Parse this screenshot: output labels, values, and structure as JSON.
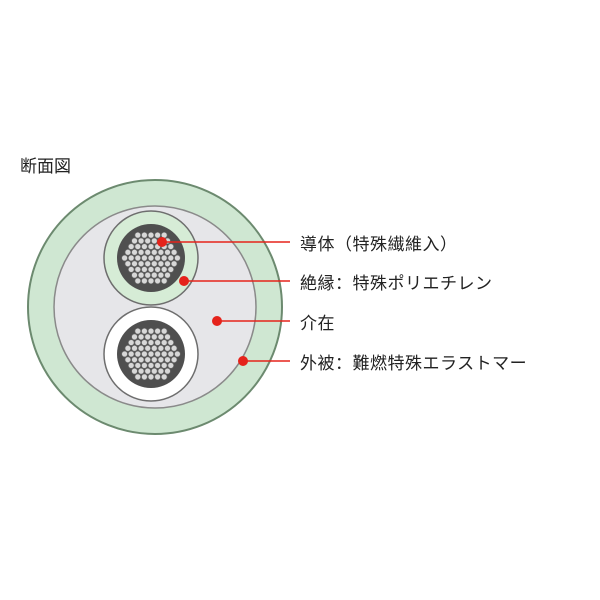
{
  "title": "断面図",
  "labels": {
    "conductor": "導体（特殊繊維入）",
    "insulation": "絶縁：特殊ポリエチレン",
    "filler": "介在",
    "jacket": "外被：難燃特殊エラストマー"
  },
  "colors": {
    "jacket": "#cfe7d2",
    "jacket_outline": "#6c8a6f",
    "filler": "#e6e6e9",
    "insulation_top": "#d6ecd6",
    "insulation_bottom": "#ffffff",
    "conductor": "#4f4f4f",
    "strand": "#d8d8d8",
    "marker": "#e5231b"
  }
}
